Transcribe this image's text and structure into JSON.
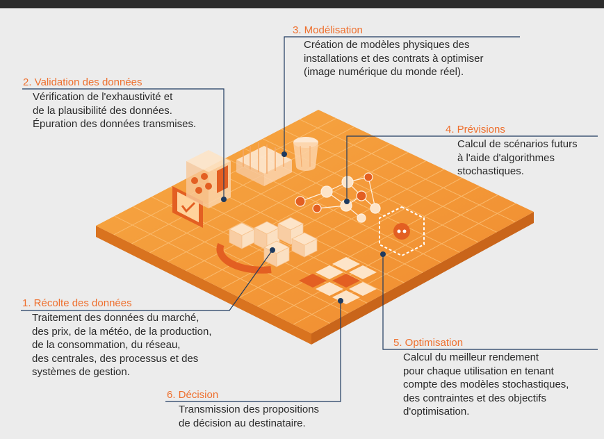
{
  "steps": [
    {
      "title": "1. Récolte des données",
      "text": "Traitement des données du marché,\ndes prix, de la météo, de la production,\nde la consommation, du réseau,\ndes centrales, des processus et des\nsystèmes de gestion."
    },
    {
      "title": "2. Validation des données",
      "text": "Vérification de l'exhaustivité et\nde la plausibilité des données.\nÉpuration des données transmises."
    },
    {
      "title": "3. Modélisation",
      "text": "Création de modèles physiques des\ninstallations et des contrats à optimiser\n(image numérique du monde réel)."
    },
    {
      "title": "4. Prévisions",
      "text": "Calcul de scénarios futurs\nà l'aide d'algorithmes\nstochastiques."
    },
    {
      "title": "5. Optimisation",
      "text": "Calcul du meilleur rendement\npour chaque utilisation en tenant\ncompte des modèles stochastiques,\ndes contraintes et des objectifs\nd'optimisation."
    },
    {
      "title": "6. Décision",
      "text": "Transmission des propositions\nde décision au destinataire."
    }
  ],
  "colors": {
    "accent": "#ee6f2d",
    "board": "#f5a13c",
    "board_dark": "#e47f24",
    "line": "#1e3a5f"
  }
}
